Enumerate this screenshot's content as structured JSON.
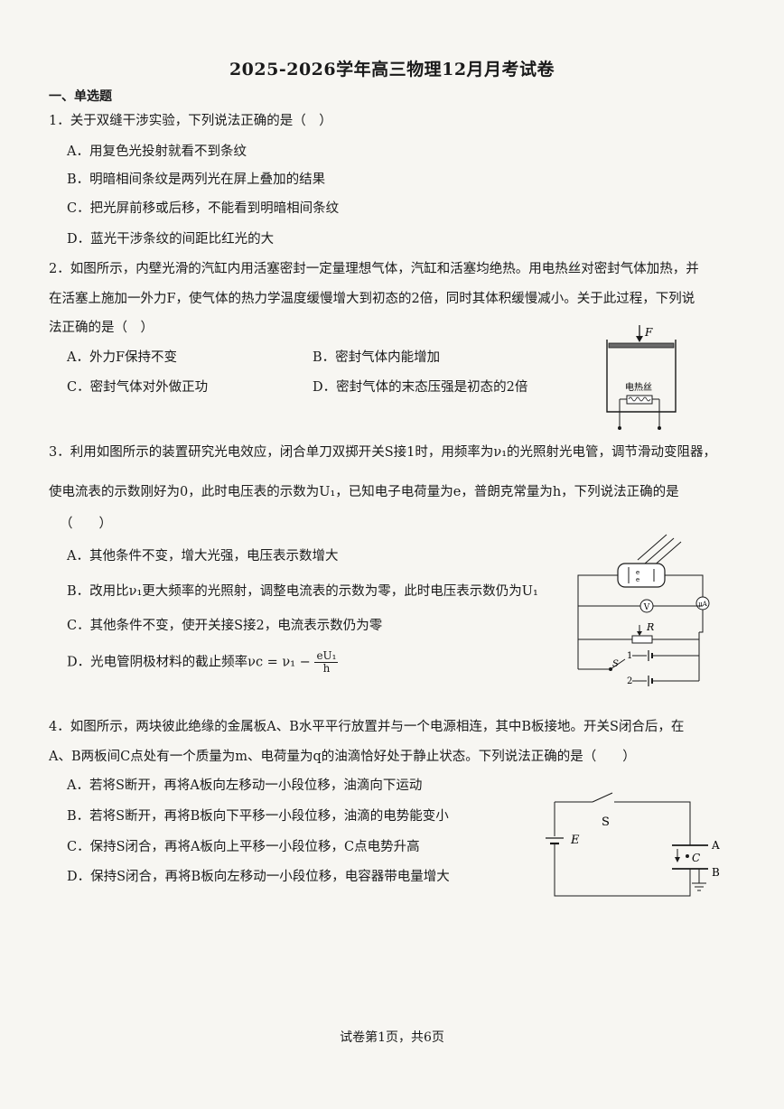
{
  "page": {
    "title": "2025-2026学年高三物理12月月考试卷",
    "section": "一、单选题",
    "footer": "试卷第1页，共6页"
  },
  "questions": [
    {
      "lines": [
        "1．关于双缝干涉实验，下列说法正确的是（　）"
      ],
      "options": [
        "A．用复色光投射就看不到条纹",
        "B．明暗相间条纹是两列光在屏上叠加的结果",
        "C．把光屏前移或后移，不能看到明暗相间条纹",
        "D．蓝光干涉条纹的间距比红光的大"
      ]
    },
    {
      "lines": [
        "2．如图所示，内壁光滑的汽缸内用活塞密封一定量理想气体，汽缸和活塞均绝热。用电热丝对密封气体加热，并",
        "在活塞上施加一外力F，使气体的热力学温度缓慢增大到初态的2倍，同时其体积缓慢减小。关于此过程，下列说",
        "法正确的是（　）"
      ],
      "options": [
        "A．外力F保持不变",
        "B．密封气体内能增加",
        "C．密封气体对外做正功",
        "D．密封气体的末态压强是初态的2倍"
      ],
      "figure": {
        "force_label": "F",
        "heater_label": "电热丝"
      }
    },
    {
      "lines": [
        "3．利用如图所示的装置研究光电效应，闭合单刀双掷开关S接1时，用频率为ν₁的光照射光电管，调节滑动变阻器，",
        "使电流表的示数刚好为0，此时电压表的示数为U₁，已知电子电荷量为e，普朗克常量为h，下列说法正确的是",
        "（　　）"
      ],
      "options": [
        "A．其他条件不变，增大光强，电压表示数增大",
        "B．改用比ν₁更大频率的光照射，调整电流表的示数为零，此时电压表示数仍为U₁",
        "C．其他条件不变，使开关接S接2，电流表示数仍为零",
        "D．光电管阴极材料的截止频率νc = ν₁ −"
      ],
      "formula": {
        "numerator": "eU₁",
        "denominator": "h"
      },
      "figure": {
        "ammeter": "μA",
        "voltmeter": "V",
        "rheostat": "R",
        "switch": "S",
        "pos1": "1",
        "pos2": "2"
      }
    },
    {
      "lines": [
        "4．如图所示，两块彼此绝缘的金属板A、B水平平行放置并与一个电源相连，其中B板接地。开关S闭合后，在",
        "A、B两板间C点处有一个质量为m、电荷量为q的油滴恰好处于静止状态。下列说法正确的是（　　）"
      ],
      "options": [
        "A．若将S断开，再将A板向左移动一小段位移，油滴向下运动",
        "B．若将S断开，再将B板向下平移一小段位移，油滴的电势能变小",
        "C．保持S闭合，再将A板向上平移一小段位移，C点电势升高",
        "D．保持S闭合，再将B板向左移动一小段位移，电容器带电量增大"
      ],
      "figure": {
        "switch": "S",
        "source": "E",
        "plate_a": "A",
        "plate_b": "B",
        "point": "C"
      }
    }
  ]
}
